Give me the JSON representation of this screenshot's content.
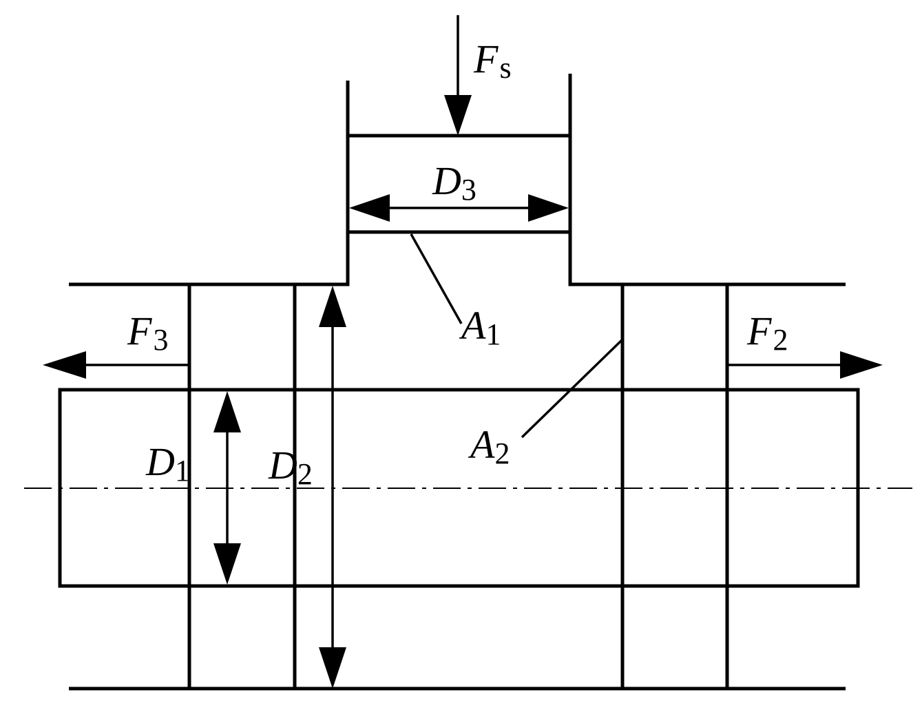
{
  "labels": {
    "fs": {
      "main": "F",
      "sub": "s"
    },
    "d3": {
      "main": "D",
      "sub": "3"
    },
    "a1": {
      "main": "A",
      "sub": "1"
    },
    "f3": {
      "main": "F",
      "sub": "3"
    },
    "f2": {
      "main": "F",
      "sub": "2"
    },
    "a2": {
      "main": "A",
      "sub": "2"
    },
    "d1": {
      "main": "D",
      "sub": "1"
    },
    "d2": {
      "main": "D",
      "sub": "2"
    }
  },
  "colors": {
    "stroke": "#000000",
    "background": "#ffffff"
  }
}
